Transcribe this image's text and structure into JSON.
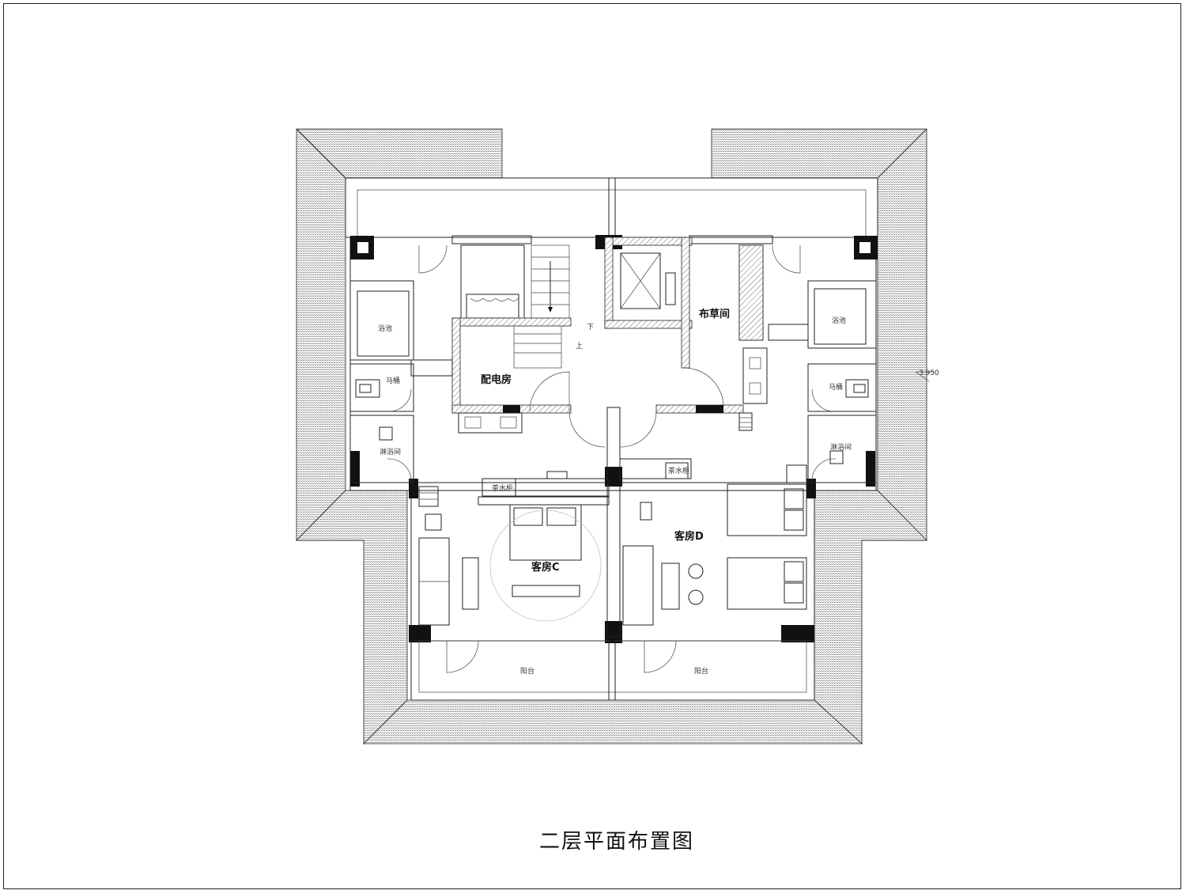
{
  "drawing": {
    "title": "二层平面布置图",
    "elevation": "3.950"
  },
  "rooms": {
    "distribution_room": "配电房",
    "linen_room": "布草间",
    "guest_room_c": "客房C",
    "guest_room_d": "客房D",
    "balcony_left": "阳台",
    "balcony_right": "阳台",
    "shower_left": "淋浴间",
    "shower_right": "淋浴间",
    "toilet_left": "马桶",
    "toilet_right": "马桶",
    "tub_left": "浴池",
    "tub_right": "浴池",
    "tea_cabinet_c": "茶水柜",
    "tea_cabinet_d": "茶水柜"
  },
  "stairs": {
    "down": "下",
    "up": "上"
  }
}
